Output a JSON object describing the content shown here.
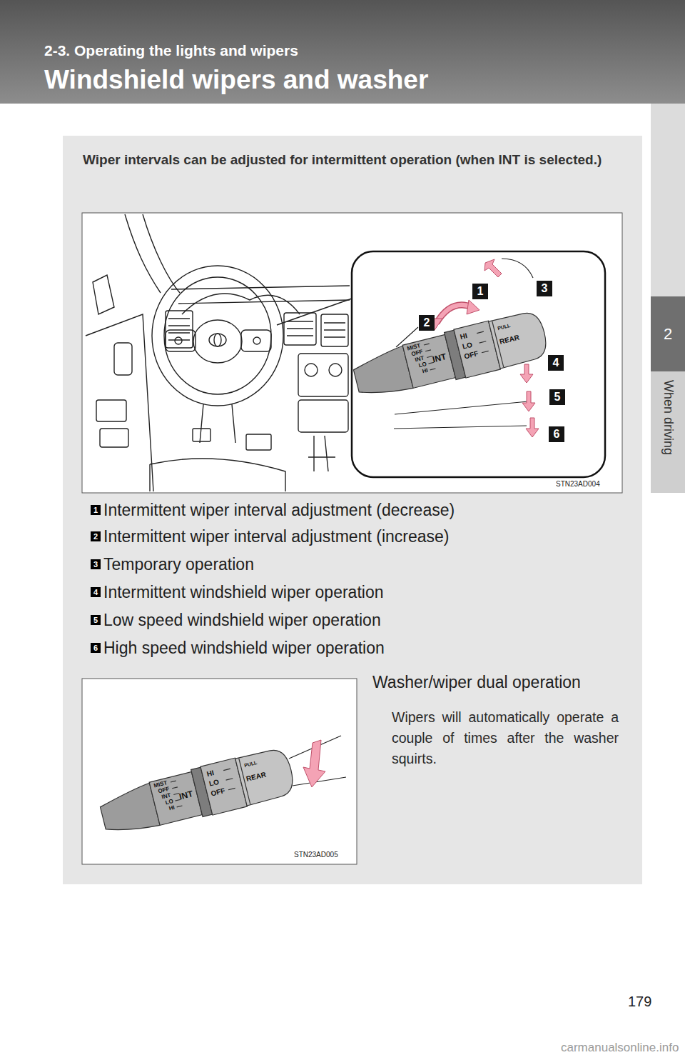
{
  "diagram": {
    "title": "Windshield wipers and washer",
    "nodes": [
      {
        "text": [
          "Wiper intervals can be adjusted for intermittent operation (when INT is selected.)"
        ]
      },
      {
        "text": [
          "1"
        ],
        "in": 0
      },
      {
        "text": [
          "2"
        ],
        "in": 0
      },
      {
        "text": [
          "3"
        ],
        "in": 0
      },
      {
        "text": [
          "4"
        ],
        "in": 0
      },
      {
        "text": [
          "5"
        ],
        "in": 0
      },
      {
        "text": [
          "6"
        ],
        "in": 0
      },
      {
        "text": [
          "1",
          "Intermittent wiper interval adjustment (decrease)"
        ],
        "in": 0
      },
      {
        "text": [
          "2",
          "Intermittent wiper interval adjustment (increase)"
        ],
        "in": 0
      },
      {
        "text": [
          "3",
          "Temporary operation"
        ],
        "in": 0
      },
      {
        "text": [
          "4",
          "Intermittent windshield wiper operation"
        ],
        "in": 0
      },
      {
        "text": [
          "5",
          "Low speed windshield wiper operation"
        ],
        "in": 0
      },
      {
        "text": [
          "6",
          "High speed windshield wiper operation"
        ],
        "in": 0
      },
      {
        "text": [
          "2"
        ]
      },
      {
        "text": [
          "When driving"
        ]
      }
    ],
    "labels": [
      "2-3. Operating the lights and wipers",
      "MIST",
      "OFF",
      "INT",
      "LO",
      "HI",
      "INT",
      "HI",
      "LO",
      "OFF",
      "PULL",
      "REAR",
      "STN23AD004",
      "Washer/wiper dual operation",
      "Wipers will automatically operate a couple of times after the washer squirts.",
      "MIST",
      "OFF",
      "INT",
      "LO",
      "HI",
      "INT",
      "HI",
      "LO",
      "OFF",
      "PULL",
      "REAR",
      "STN23AD005",
      "179",
      "carmanualsonline.info"
    ]
  }
}
